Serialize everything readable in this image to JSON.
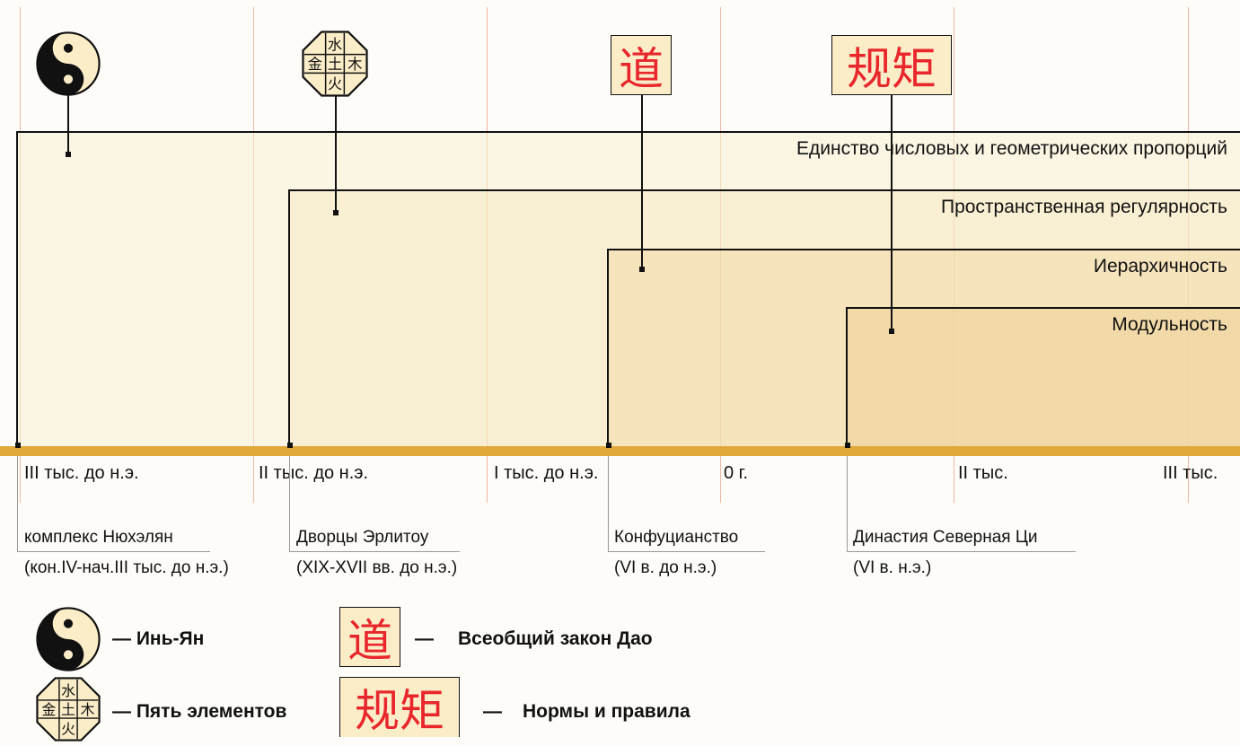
{
  "bands": [
    {
      "label": "Единство числовых и геометрических пропорций"
    },
    {
      "label": "Пространственная регулярность"
    },
    {
      "label": "Иерархичность"
    },
    {
      "label": "Модульность"
    }
  ],
  "axis_ticks": [
    {
      "label": "III тыс. до н.э."
    },
    {
      "label": "II тыс. до н.э."
    },
    {
      "label": "I тыс. до н.э."
    },
    {
      "label": "0 г."
    },
    {
      "label": "II тыс."
    },
    {
      "label": "III тыс."
    }
  ],
  "events": [
    {
      "name": "комплекс Нюхэлян",
      "date": "(кон.IV-нач.III тыс. до н.э.)"
    },
    {
      "name": "Дворцы Эрлитоу",
      "date": "(XIX-XVII вв. до н.э.)"
    },
    {
      "name": "Конфуцианство",
      "date": "(VI в. до н.э.)"
    },
    {
      "name": "Династия Северная Ци",
      "date": "(VI в. н.э.)"
    }
  ],
  "symbols": {
    "dao": "道",
    "guiju": "规矩",
    "five_elements": {
      "top": "水",
      "left": "金",
      "center": "土",
      "right": "木",
      "bottom": "火"
    }
  },
  "legend": {
    "yinyang": "— Инь-Ян",
    "five_elements": "— Пять элементов",
    "dao_dash": "—",
    "dao": "Всеобщий закон Дао",
    "guiju_dash": "—",
    "guiju": "Нормы и правила"
  },
  "colors": {
    "axis": "#e0a93a",
    "band_fills": [
      "#fbf4e0",
      "#f8ebc8",
      "#f5e0b0",
      "#f1d59a"
    ],
    "hanzi": "#e8262c",
    "hanzi_box": "#fbedc8"
  }
}
